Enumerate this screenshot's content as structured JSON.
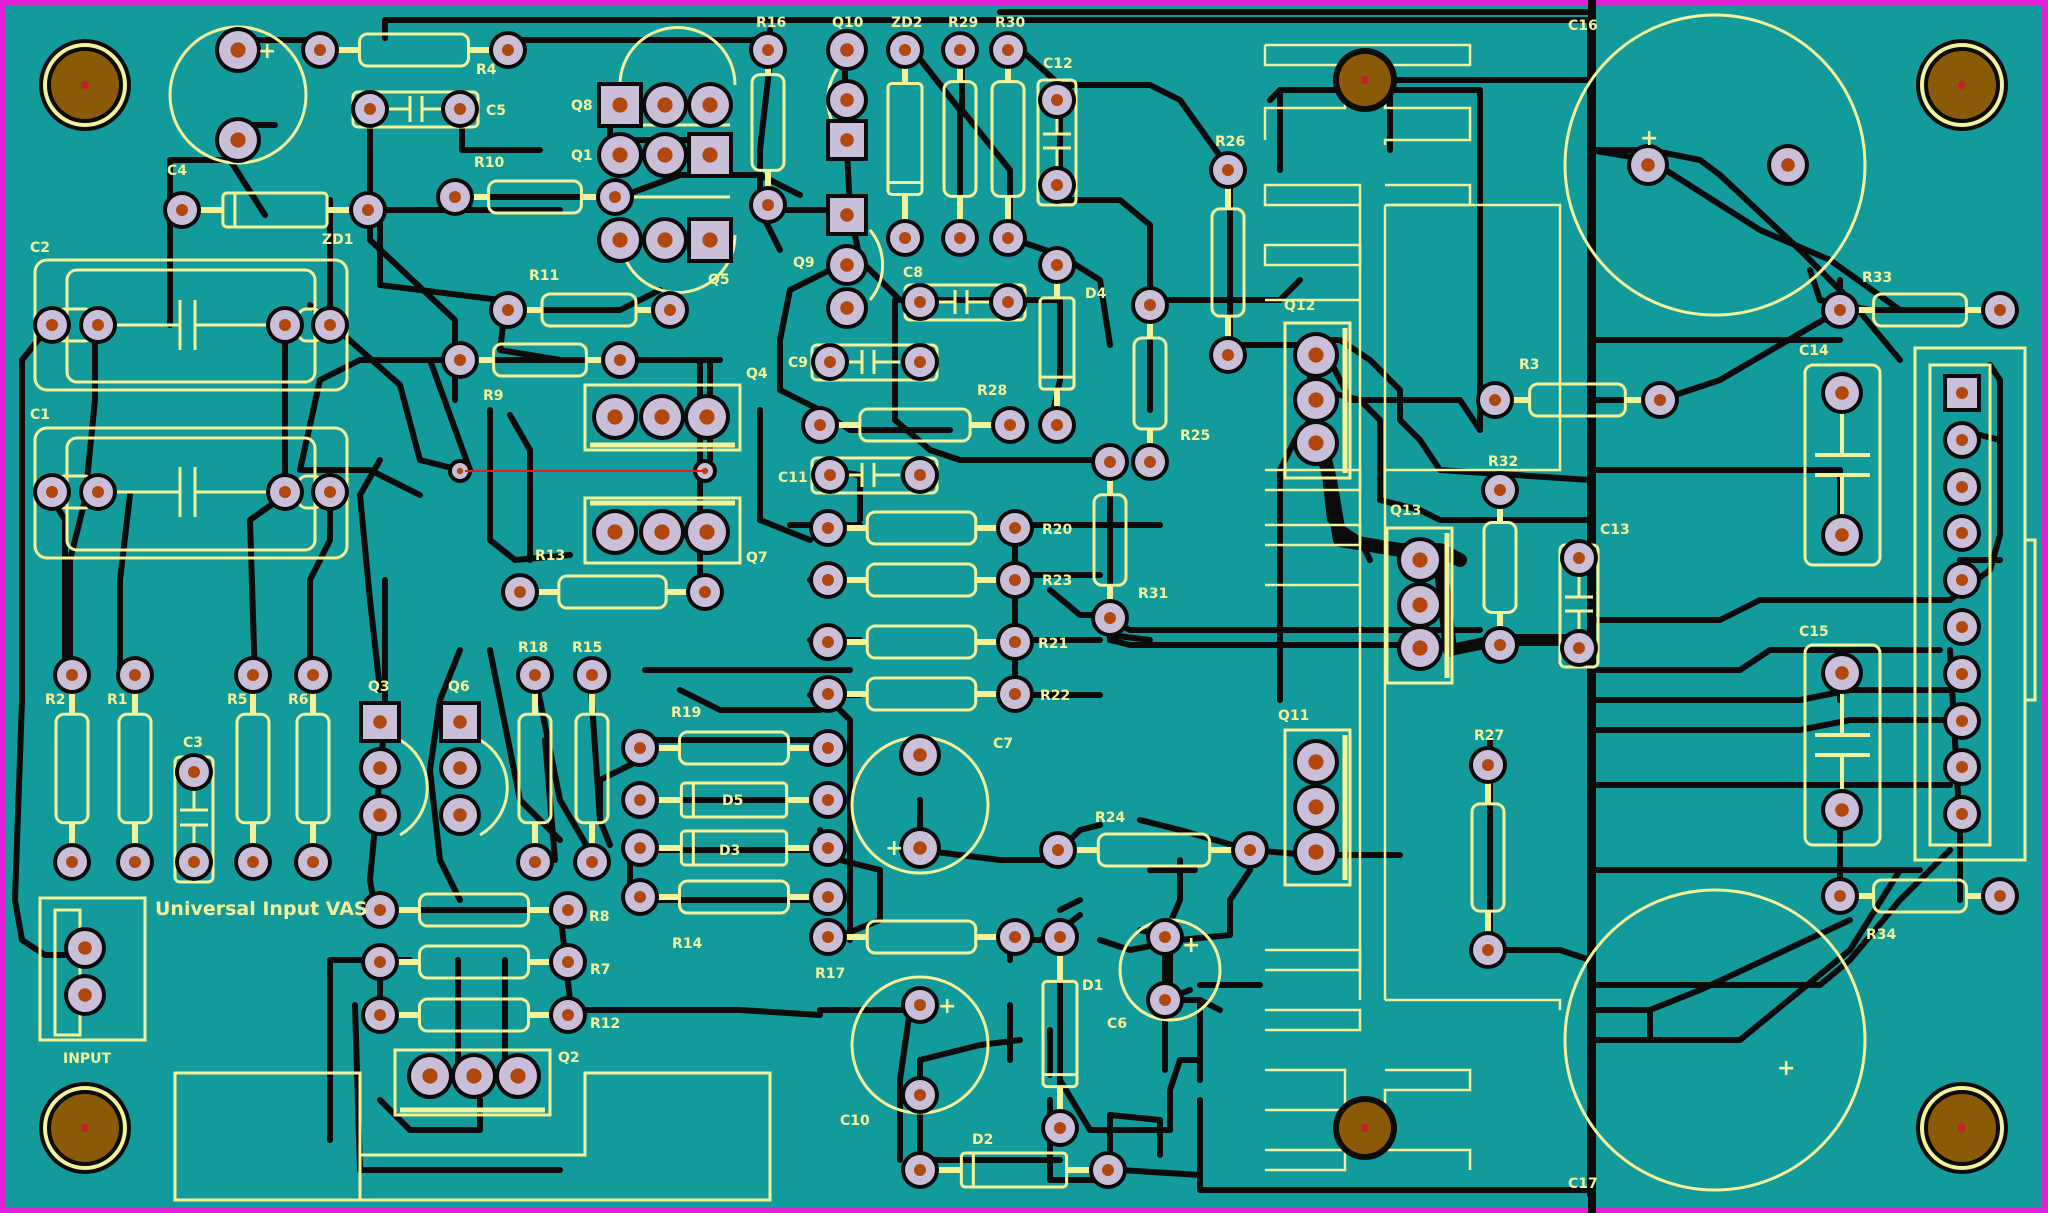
{
  "board": {
    "title": "Universal Input VAS",
    "colors": {
      "substrate": "#139a9b",
      "edge": "#e11fd4",
      "trace": "#0b0b0b",
      "silkscreen": "#f2f29a",
      "pad_ring": "#c9bfd8",
      "pad_center": "#b1480f",
      "mount_hole": "#8b5a07",
      "via_ring": "#f2f29a"
    }
  },
  "labels": {
    "R16": "R16",
    "Q10": "Q10",
    "ZD2": "ZD2",
    "R29": "R29",
    "R30": "R30",
    "C16": "C16",
    "C12": "C12",
    "R4": "R4",
    "C5": "C5",
    "Q8": "Q8",
    "R10": "R10",
    "Q1": "Q1",
    "C4": "C4",
    "ZD1": "ZD1",
    "R26": "R26",
    "C2": "C2",
    "Q5": "Q5",
    "Q9": "Q9",
    "C8": "C8",
    "D4": "D4",
    "R11": "R11",
    "Q12": "Q12",
    "R33": "R33",
    "C1": "C1",
    "R9": "R9",
    "C9": "C9",
    "Q4": "Q4",
    "R28": "R28",
    "R3": "R3",
    "C14": "C14",
    "R25": "R25",
    "C11": "C11",
    "R32": "R32",
    "R20": "R20",
    "Q13": "Q13",
    "C13": "C13",
    "R13": "R13",
    "Q7": "Q7",
    "R23": "R23",
    "R31": "R31",
    "R18": "R18",
    "R15": "R15",
    "R21": "R21",
    "C15": "C15",
    "R2": "R2",
    "R1": "R1",
    "Q3": "Q3",
    "Q6": "Q6",
    "R22": "R22",
    "R5": "R5",
    "R6": "R6",
    "C3": "C3",
    "R19": "R19",
    "C7": "C7",
    "Q11": "Q11",
    "R27": "R27",
    "D5": "D5",
    "D3": "D3",
    "R24": "R24",
    "R8": "R8",
    "R14": "R14",
    "R17": "R17",
    "R34": "R34",
    "R7": "R7",
    "D1": "D1",
    "C6": "C6",
    "R12": "R12",
    "Q2": "Q2",
    "INPUT": "INPUT",
    "C10": "C10",
    "D2": "D2",
    "C17": "C17"
  },
  "polarity_marks": {
    "c4": "+",
    "c16": "+",
    "c7": "+",
    "c6": "+",
    "c10": "+",
    "c17": "+"
  }
}
